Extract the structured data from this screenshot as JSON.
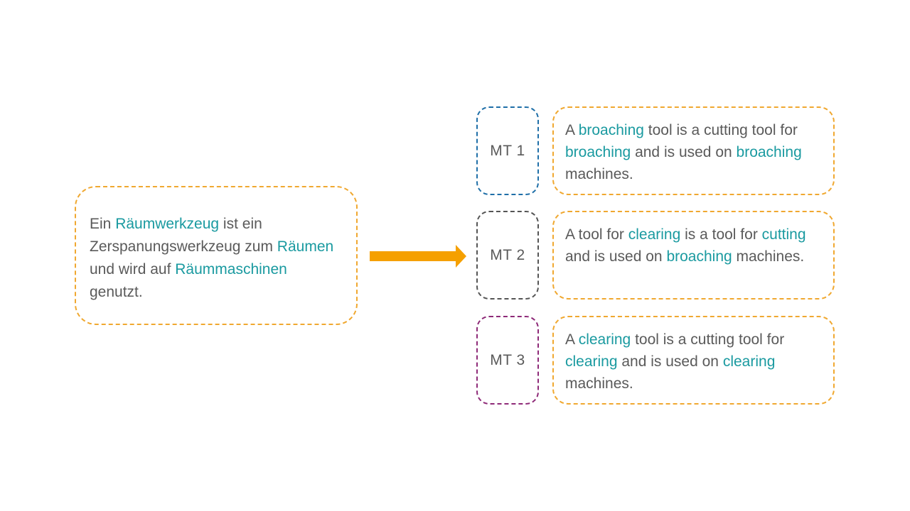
{
  "source": {
    "segments": [
      {
        "text": "Ein ",
        "hl": false
      },
      {
        "text": "Räumwerkzeug",
        "hl": true
      },
      {
        "text": " ist ein Zerspanungswerkzeug zum ",
        "hl": false
      },
      {
        "text": "Räumen",
        "hl": true
      },
      {
        "text": " und wird auf ",
        "hl": false
      },
      {
        "text": "Räummaschinen",
        "hl": true
      },
      {
        "text": " genutzt.",
        "hl": false
      }
    ]
  },
  "translations": [
    {
      "label": "MT 1",
      "label_color": "#1f6fa8",
      "segments": [
        {
          "text": "A ",
          "hl": false
        },
        {
          "text": "broaching",
          "hl": true
        },
        {
          "text": " tool is a cutting tool for ",
          "hl": false
        },
        {
          "text": "broaching",
          "hl": true
        },
        {
          "text": " and is used on ",
          "hl": false
        },
        {
          "text": "broaching",
          "hl": true
        },
        {
          "text": " machines.",
          "hl": false
        }
      ]
    },
    {
      "label": "MT 2",
      "label_color": "#555555",
      "segments": [
        {
          "text": "A tool for ",
          "hl": false
        },
        {
          "text": "clearing",
          "hl": true
        },
        {
          "text": " is a tool for ",
          "hl": false
        },
        {
          "text": "cutting",
          "hl": true
        },
        {
          "text": " and is used on ",
          "hl": false
        },
        {
          "text": "broaching",
          "hl": true
        },
        {
          "text": " machines.",
          "hl": false
        }
      ]
    },
    {
      "label": "MT 3",
      "label_color": "#8e2a78",
      "segments": [
        {
          "text": "A ",
          "hl": false
        },
        {
          "text": "clearing",
          "hl": true
        },
        {
          "text": " tool is a cutting tool for ",
          "hl": false
        },
        {
          "text": "clearing",
          "hl": true
        },
        {
          "text": " and is used on ",
          "hl": false
        },
        {
          "text": "clearing",
          "hl": true
        },
        {
          "text": " machines.",
          "hl": false
        }
      ]
    }
  ],
  "colors": {
    "box_border": "#f0a830",
    "arrow": "#f5a000",
    "highlight": "#1a9aa0",
    "text": "#5a5a5a"
  }
}
